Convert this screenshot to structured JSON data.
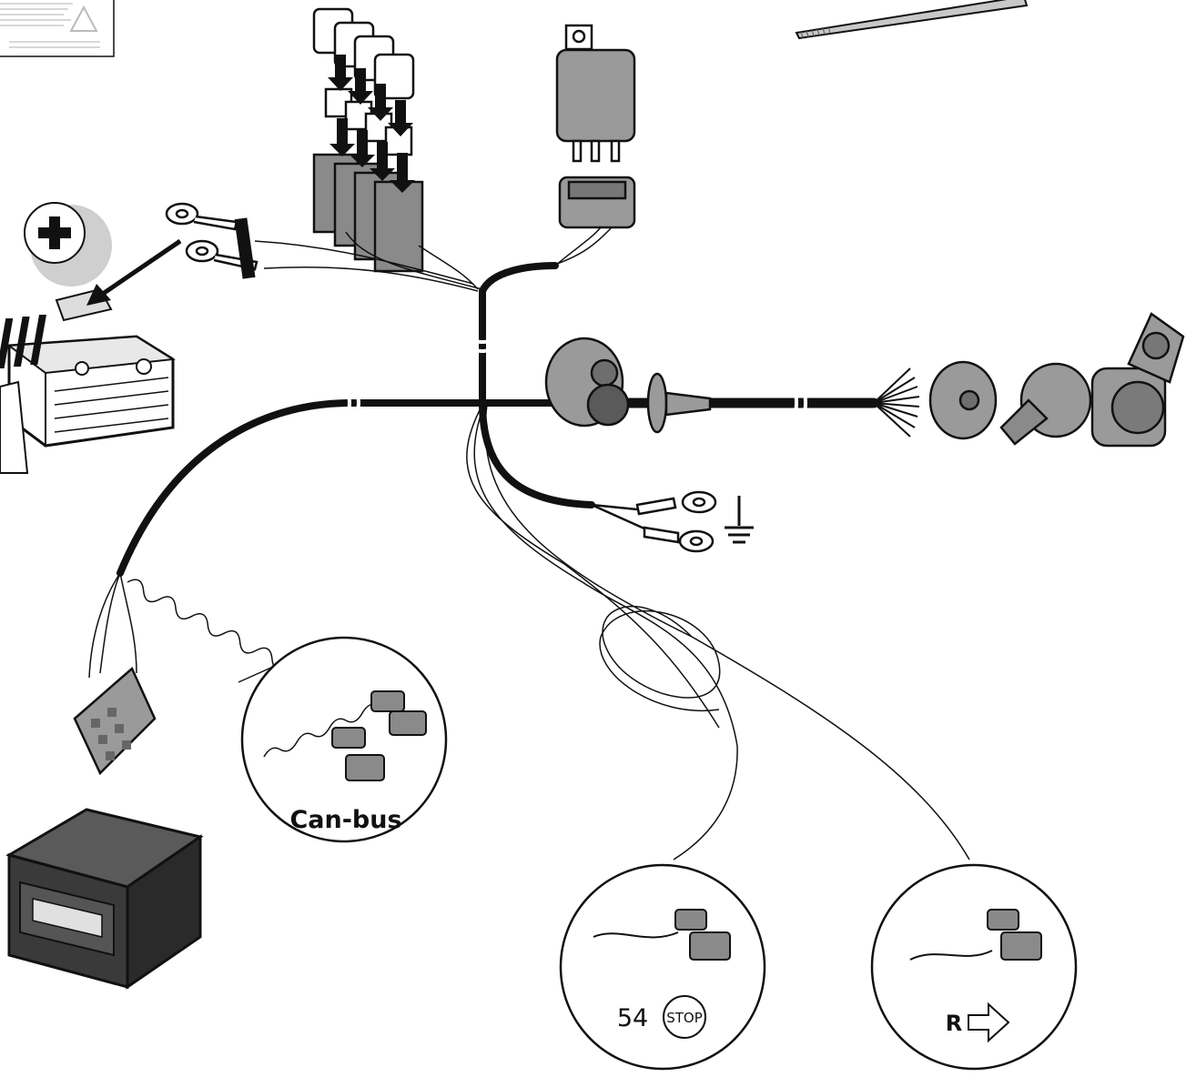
{
  "labels": {
    "canbus": "Can-bus",
    "stop_number": "54",
    "stop_sign": "STOP",
    "reverse": "R"
  },
  "symbols": {
    "battery_positive": "plus-icon",
    "ground": "ground-icon",
    "reverse_arrow": "arrow-right-icon",
    "warning": "warning-triangle-icon"
  },
  "colors": {
    "line": "#111111",
    "part_fill": "#9a9a9a",
    "part_dark": "#4a4a4a",
    "module_body": "#3a3a3a",
    "shadow": "#cfcfcf"
  }
}
